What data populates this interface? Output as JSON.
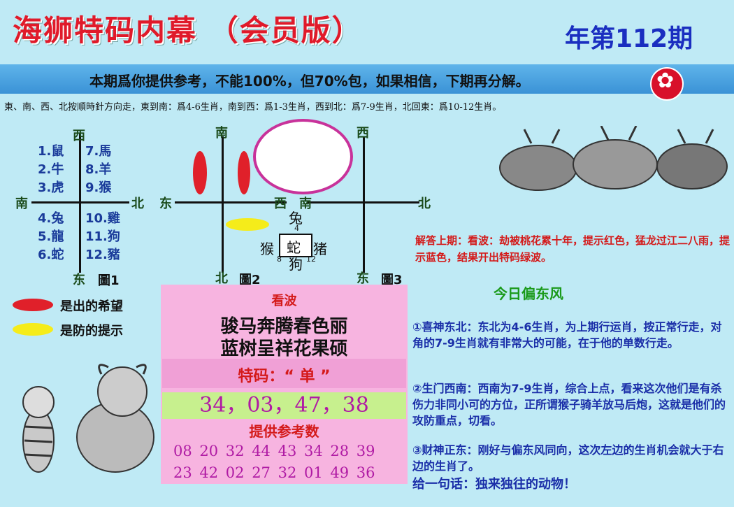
{
  "header": {
    "title": "海狮特码内幕 （会员版）",
    "issue": "年第112期",
    "banner": "本期爲你提供参考，不能100%，但70%包，如果相信，下期再分解。",
    "rule": "東、南、西、北按順時針方向走，東到南：爲4-6生肖，南到西：爲1-3生肖，西到北：爲7-9生肖，北回東：爲10-12生肖。"
  },
  "figure1": {
    "top": "西",
    "left": "南",
    "right": "北",
    "bottom": "东",
    "caption": "圖1",
    "left_col": [
      "1.鼠",
      "2.牛",
      "3.虎",
      "4.兔",
      "5.龍",
      "6.蛇"
    ],
    "right_col": [
      "7.馬",
      "8.羊",
      "9.猴",
      "10.雞",
      "11.狗",
      "12.豬"
    ]
  },
  "figure2": {
    "top": "南",
    "left": "东",
    "right": "西",
    "bottom": "北",
    "caption": "圖2"
  },
  "figure3": {
    "top": "西",
    "left": "南",
    "right": "北",
    "bottom": "东",
    "caption": "圖3",
    "top_animal": "兔",
    "top_num": "4",
    "left_animal": "猴",
    "left_num": "8",
    "center_animal": "蛇",
    "right_animal": "猪",
    "right_num": "12",
    "bottom_animal": "狗"
  },
  "legend": {
    "red_label": "是出的希望",
    "yellow_label": "是防的提示"
  },
  "panel": {
    "kanbo": "看波",
    "poem_line1": "骏马奔腾春色丽",
    "poem_line2": "蓝树呈祥花果硕",
    "tema_label": "特码：“ 单 ”",
    "main_numbers": "34，03，47，38",
    "ref_title": "提供参考数",
    "ref_row1": "08 20 32 44 43 34 28 39",
    "ref_row2": "23 42 02 27 32 01 49 36"
  },
  "answer": "解答上期：看波：劫被桃花累十年，提示红色，猛龙过江二八雨，提示蓝色，结果开出特码绿波。",
  "today": "今日偏东风",
  "paragraphs": {
    "p1": "①喜神东北：东北为4-6生肖，为上期行运肖，按正常行走，对角的7-9生肖就有非常大的可能，在于他的单数行走。",
    "p2": "②生门西南：西南为7-9生肖，综合上点，看来这次他们是有杀伤力非同小可的方位，正所谓猴子骑羊放马后炮，这就是他们的攻防重点，切看。",
    "p3": "③财神正东：刚好与偏东风同向，这次左边的生肖机会就大于右边的生肖了。",
    "final": "给一句话：独来独往的动物！"
  },
  "colors": {
    "title_red": "#e01a2a",
    "issue_blue": "#1a2ec0",
    "panel_pink": "#f7b4e0",
    "number_magenta": "#b01ba4",
    "green_row": "#c7f08e"
  }
}
